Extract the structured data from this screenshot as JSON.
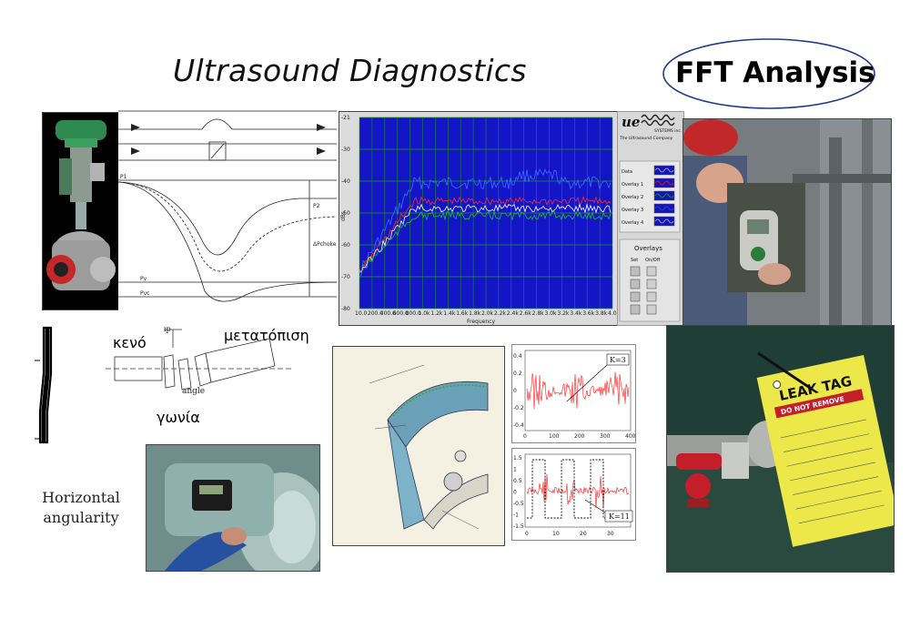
{
  "titles": {
    "ultrasound": "Ultrasound Diagnostics",
    "fft": "FFT Analysis"
  },
  "alignment": {
    "gap_label": "κενό",
    "offset_label": "μετατόπιση",
    "angle_label": "γωνία",
    "angle_small": "angle",
    "hp_label": "ıp",
    "caption_line1": "Horizontal",
    "caption_line2": "angularity"
  },
  "spectrum": {
    "x_label": "Frequency",
    "y_label": "dBs",
    "y_ticks": [
      "-21",
      "-30",
      "-40",
      "-50",
      "-60",
      "-70",
      "-80"
    ],
    "x_ticks": [
      "10.0",
      "200.0",
      "400.0",
      "600.0",
      "800.0",
      "1.0k",
      "1.2k",
      "1.4k",
      "1.6k",
      "1.8k",
      "2.0k",
      "2.2k",
      "2.4k",
      "2.6k",
      "2.8k",
      "3.0k",
      "3.2k",
      "3.4k",
      "3.6k",
      "3.8k",
      "4.0k"
    ],
    "series_colors": [
      "#3a6fff",
      "#ff2a2a",
      "#ffffff",
      "#22c022"
    ],
    "bg_color": "#1515c8",
    "grid_color": "#14a014"
  },
  "ue_panel": {
    "brand": "ue",
    "brand_sub": "SYSTEMS inc.",
    "tagline": "The Ultrasound Company",
    "legend": [
      "Data",
      "Overlay 1",
      "Overlay 2",
      "Overlay 3",
      "Overlay 4"
    ],
    "overlays_title": "Overlays",
    "set_label": "Set",
    "onoff_label": "On/Off"
  },
  "signals": {
    "k1_label": "K=3",
    "k2_label": "K=11",
    "sig1_y_ticks": [
      "0.4",
      "0.2",
      "0",
      "-0.2",
      "-0.4"
    ],
    "sig1_x_ticks": [
      "0",
      "100",
      "200",
      "300",
      "400"
    ],
    "sig2_y_ticks": [
      "1.5",
      "1",
      "0.5",
      "0",
      "-0.5",
      "-1",
      "-1.5"
    ],
    "sig2_x_ticks": [
      "0",
      "10",
      "20",
      "30"
    ]
  },
  "leaktag": {
    "heading": "LEAK TAG",
    "warning": "DO NOT REMOVE"
  },
  "pressure": {
    "labels": [
      "P1",
      "P2",
      "Pv",
      "Pvc",
      "ΔPchoke"
    ]
  }
}
